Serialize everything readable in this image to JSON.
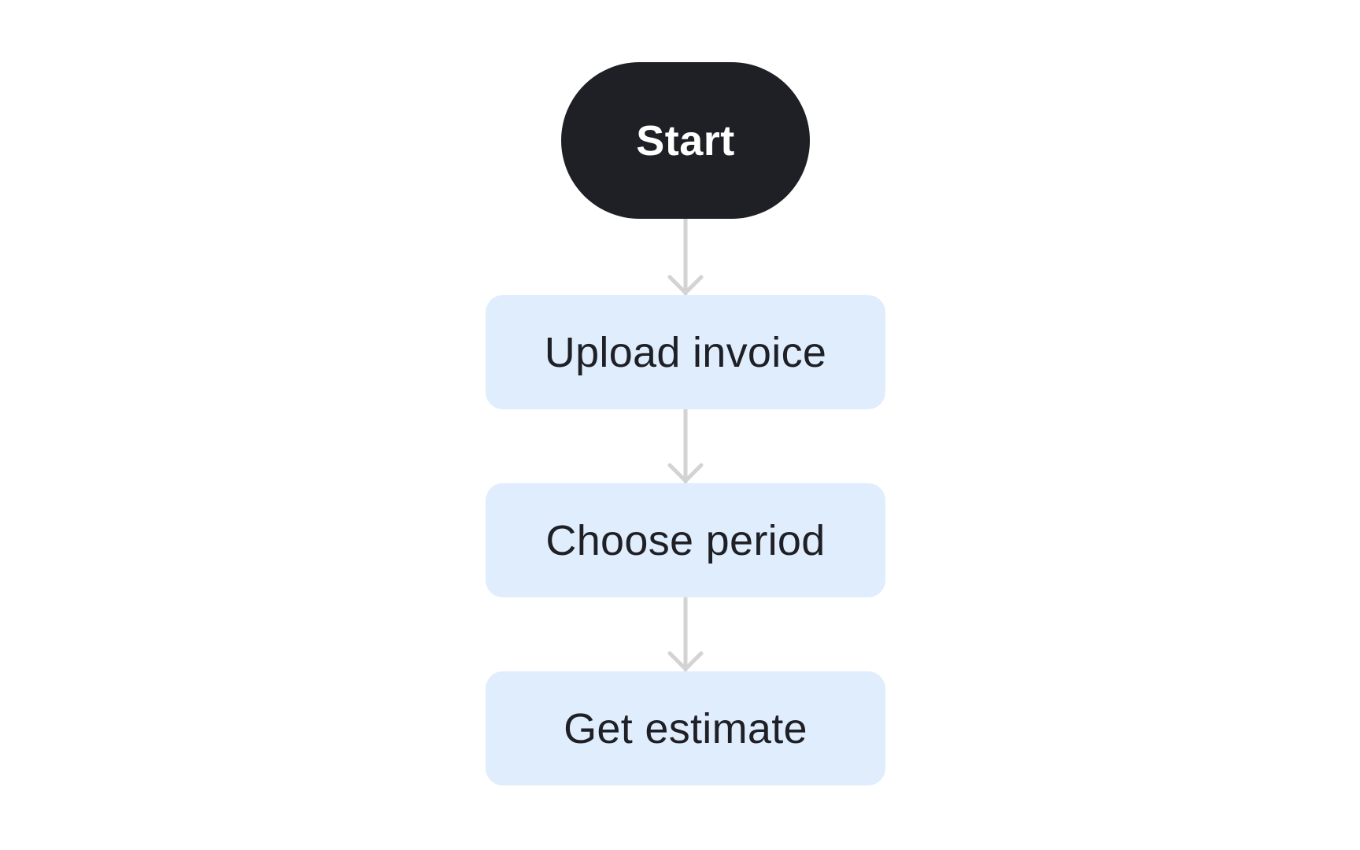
{
  "diagram": {
    "type": "flowchart",
    "direction": "top-to-bottom",
    "colors": {
      "background": "#ffffff",
      "start_fill": "#1f2026",
      "start_text": "#ffffff",
      "step_fill": "#e0edfd",
      "step_text": "#1f2026",
      "connector": "#d3d3d3"
    },
    "nodes": [
      {
        "id": "start",
        "shape": "terminal",
        "label": "Start"
      },
      {
        "id": "upload-invoice",
        "shape": "process",
        "label": "Upload invoice"
      },
      {
        "id": "choose-period",
        "shape": "process",
        "label": "Choose period"
      },
      {
        "id": "get-estimate",
        "shape": "process",
        "label": "Get estimate"
      }
    ],
    "edges": [
      {
        "from": "start",
        "to": "upload-invoice"
      },
      {
        "from": "upload-invoice",
        "to": "choose-period"
      },
      {
        "from": "choose-period",
        "to": "get-estimate"
      }
    ]
  }
}
